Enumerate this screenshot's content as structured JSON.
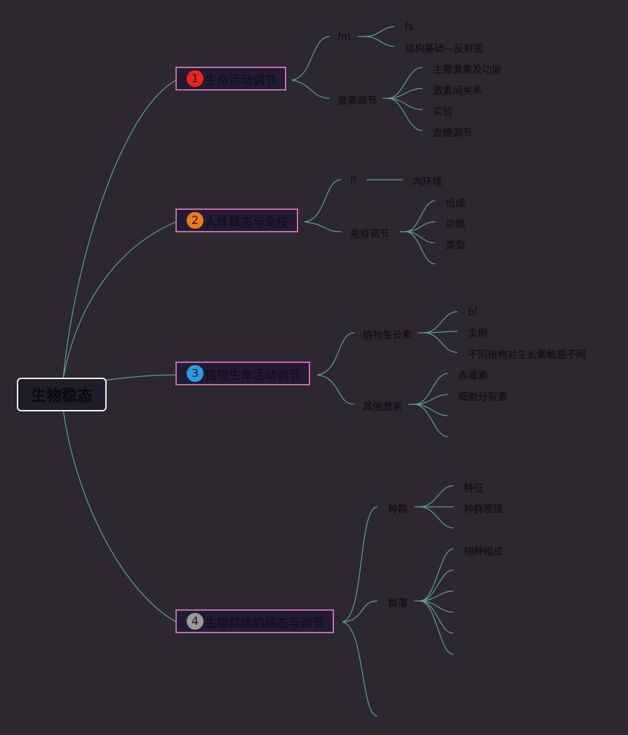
{
  "root": {
    "label": "生物稳态"
  },
  "topics": [
    {
      "number": "1",
      "label": "生命活动调节",
      "badge_color": "#e8261b"
    },
    {
      "number": "2",
      "label": "人体稳态与免疫",
      "badge_color": "#ec7b1c"
    },
    {
      "number": "3",
      "label": "植物生命活动调节",
      "badge_color": "#2a9be0"
    },
    {
      "number": "4",
      "label": "生物群体的稳态与调节",
      "badge_color": "#9a9a9a"
    }
  ],
  "subtopics": {
    "fm": "fm",
    "hormone_regulation": "激素调节",
    "fi": "fi",
    "immune_regulation": "免疫调节",
    "auxin": "植物生长素",
    "other_hormones": "其他激素",
    "population": "种群",
    "community": "群落"
  },
  "leaves": {
    "fs": "fs",
    "reflex_arc": "结构基础—反射弧",
    "main_hormones": "主要激素及功能",
    "hormone_relations": "激素间关系",
    "experiment": "实验",
    "blood_sugar": "血糖调节",
    "internal_env": "内环境",
    "composition": "组成",
    "function": "功能",
    "types": "类型",
    "bl": "bl",
    "example": "实例",
    "sensitivity": "不同植物对生长素敏感不同",
    "gibberellin": "赤霉素",
    "cytokinin": "细胞分裂素",
    "features": "特征",
    "pop_density": "种群密度",
    "species_comp": "物种组成"
  }
}
